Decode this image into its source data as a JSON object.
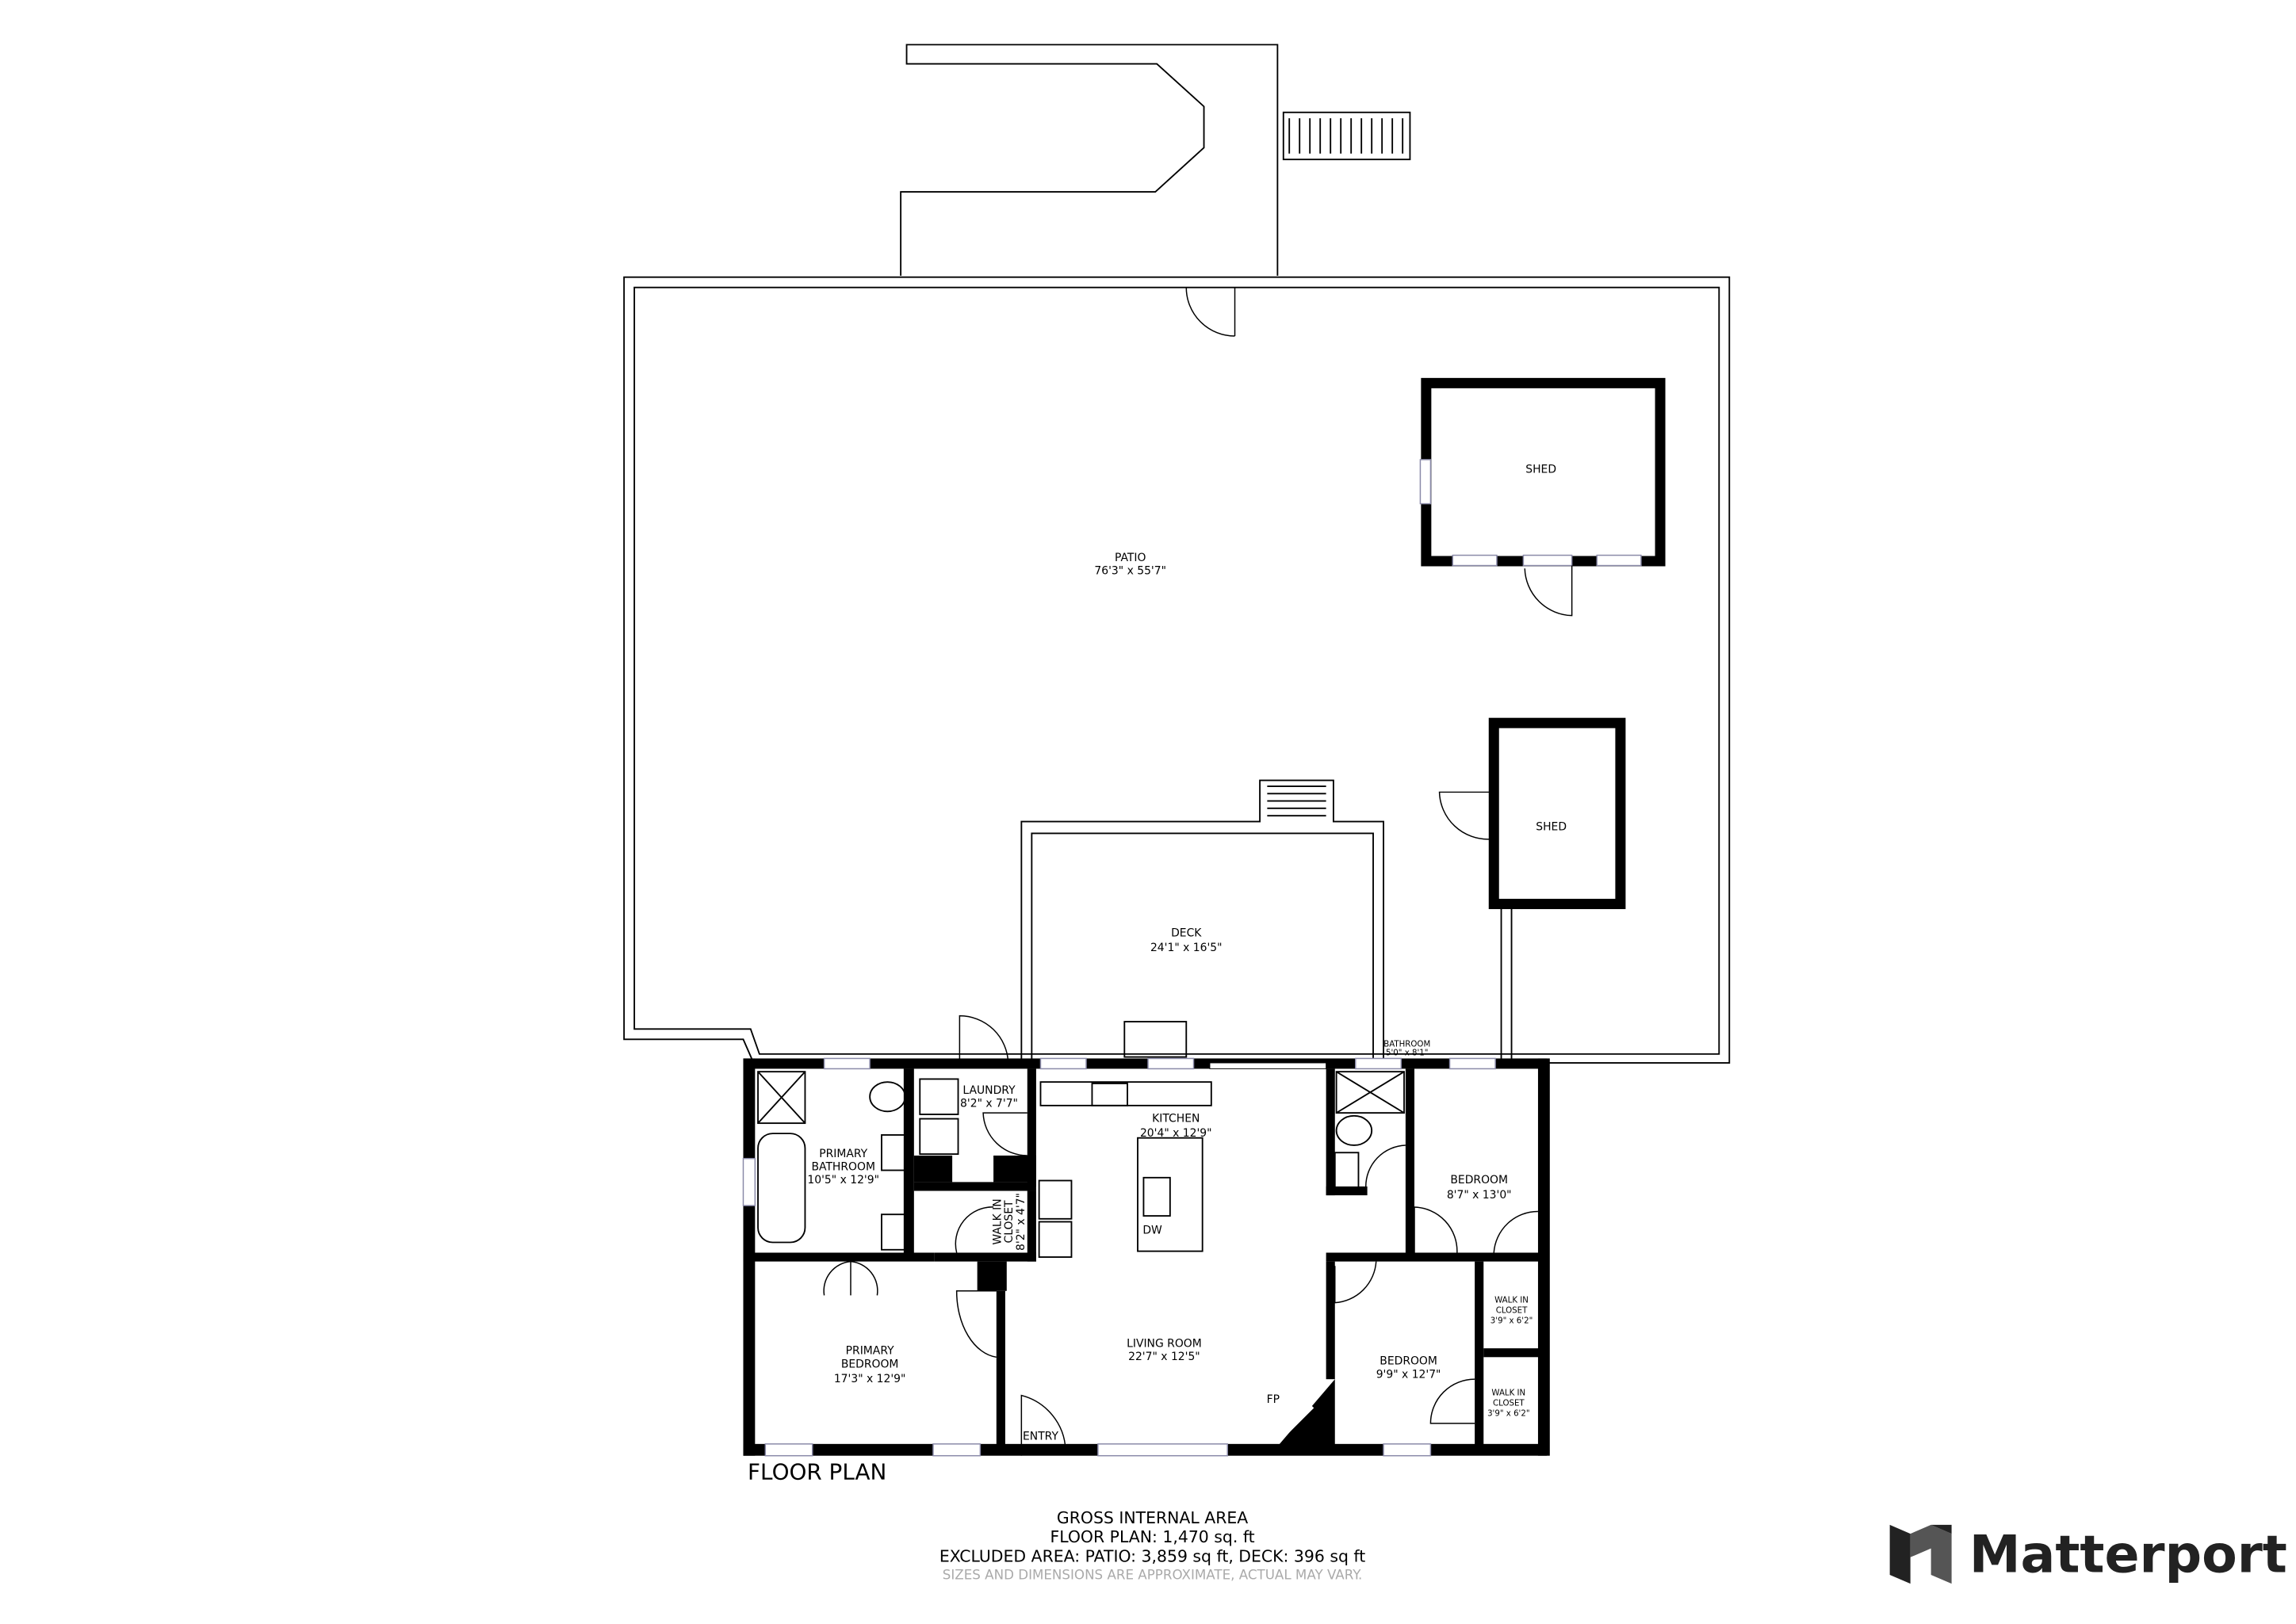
{
  "plan_title": "FLOOR PLAN",
  "rooms": {
    "patio": {
      "name": "PATIO",
      "dims": "76'3\" x 55'7\""
    },
    "shed_1": {
      "name": "SHED"
    },
    "shed_2": {
      "name": "SHED"
    },
    "deck": {
      "name": "DECK",
      "dims": "24'1\" x 16'5\""
    },
    "bathroom": {
      "name": "BATHROOM",
      "dims": "5'0\" x 8'1\""
    },
    "laundry": {
      "name": "LAUNDRY",
      "dims": "8'2\" x 7'7\""
    },
    "kitchen": {
      "name": "KITCHEN",
      "dims": "20'4\" x 12'9\""
    },
    "primary_bathroom": {
      "name_1": "PRIMARY",
      "name_2": "BATHROOM",
      "dims": "10'5\" x 12'9\""
    },
    "bedroom_1": {
      "name": "BEDROOM",
      "dims": "8'7\" x 13'0\""
    },
    "walk_in_closet_1": {
      "name_1": "WALK IN",
      "name_2": "CLOSET",
      "dims": "8'2\" x 4'7\""
    },
    "primary_bedroom": {
      "name_1": "PRIMARY",
      "name_2": "BEDROOM",
      "dims": "17'3\" x 12'9\""
    },
    "living_room": {
      "name": "LIVING ROOM",
      "dims": "22'7\" x 12'5\""
    },
    "bedroom_2": {
      "name": "BEDROOM",
      "dims": "9'9\" x 12'7\""
    },
    "walk_in_closet_2": {
      "name_1": "WALK IN",
      "name_2": "CLOSET",
      "dims": "3'9\" x 6'2\""
    },
    "walk_in_closet_3": {
      "name_1": "WALK IN",
      "name_2": "CLOSET",
      "dims": "3'9\" x 6'2\""
    }
  },
  "fixtures": {
    "dishwasher": "DW",
    "fireplace": "FP",
    "entry": "ENTRY"
  },
  "area_summary": {
    "heading": "GROSS INTERNAL AREA",
    "floor_plan": "FLOOR PLAN: 1,470 sq. ft",
    "excluded": "EXCLUDED AREA: PATIO: 3,859 sq ft, DECK: 396 sq ft",
    "disclaimer": "SIZES AND DIMENSIONS ARE APPROXIMATE, ACTUAL MAY VARY."
  },
  "logo": {
    "text": "Matterport",
    "color": "#222222"
  },
  "colors": {
    "wall": "#000000",
    "window": "#8a8aa8",
    "disclaimer": "#aaaaaa"
  }
}
